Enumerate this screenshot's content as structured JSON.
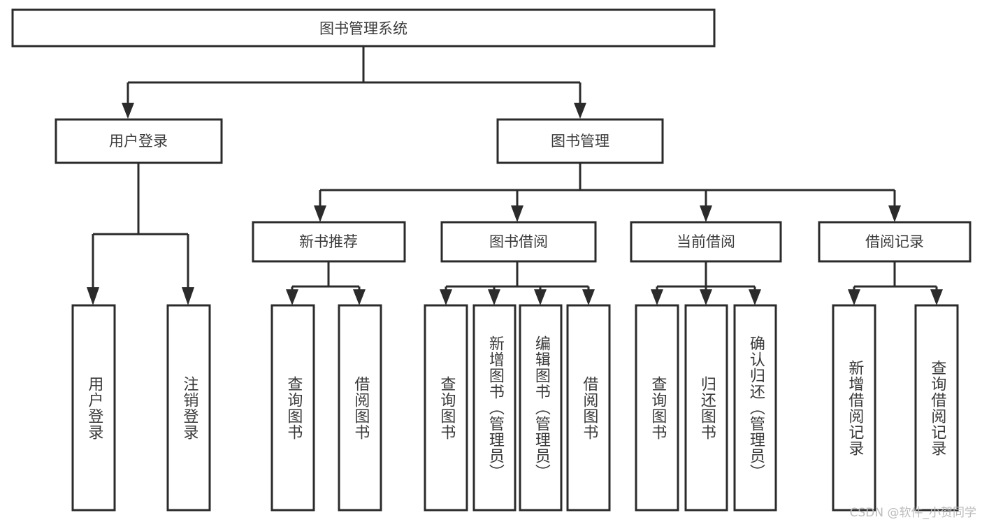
{
  "diagram": {
    "type": "tree-hierarchy-flowchart",
    "title": "图书管理系统",
    "watermark": "CSDN @软件_小贺同学",
    "colors": {
      "box_fill": "#ffffff",
      "box_stroke": "#2b2b2b",
      "text": "#3a3a3a",
      "background": "#ffffff",
      "watermark": "#b9b9b9"
    },
    "levels": {
      "root": {
        "label": "图书管理系统"
      },
      "level2": [
        {
          "label": "用户登录"
        },
        {
          "label": "图书管理"
        }
      ],
      "level3": [
        {
          "label": "新书推荐"
        },
        {
          "label": "图书借阅"
        },
        {
          "label": "当前借阅"
        },
        {
          "label": "借阅记录"
        }
      ],
      "leaves": [
        {
          "label": "用户登录",
          "parent": "用户登录"
        },
        {
          "label": "注销登录",
          "parent": "用户登录"
        },
        {
          "label": "查询图书",
          "parent": "新书推荐"
        },
        {
          "label": "借阅图书",
          "parent": "新书推荐"
        },
        {
          "label": "查询图书",
          "parent": "图书借阅"
        },
        {
          "label": "新增图书（管理员）",
          "parent": "图书借阅"
        },
        {
          "label": "编辑图书（管理员）",
          "parent": "图书借阅"
        },
        {
          "label": "借阅图书",
          "parent": "图书借阅"
        },
        {
          "label": "查询图书",
          "parent": "当前借阅"
        },
        {
          "label": "归还图书",
          "parent": "当前借阅"
        },
        {
          "label": "确认归还（管理员）",
          "parent": "当前借阅"
        },
        {
          "label": "新增借阅记录",
          "parent": "借阅记录"
        },
        {
          "label": "查询借阅记录",
          "parent": "借阅记录"
        }
      ]
    }
  }
}
